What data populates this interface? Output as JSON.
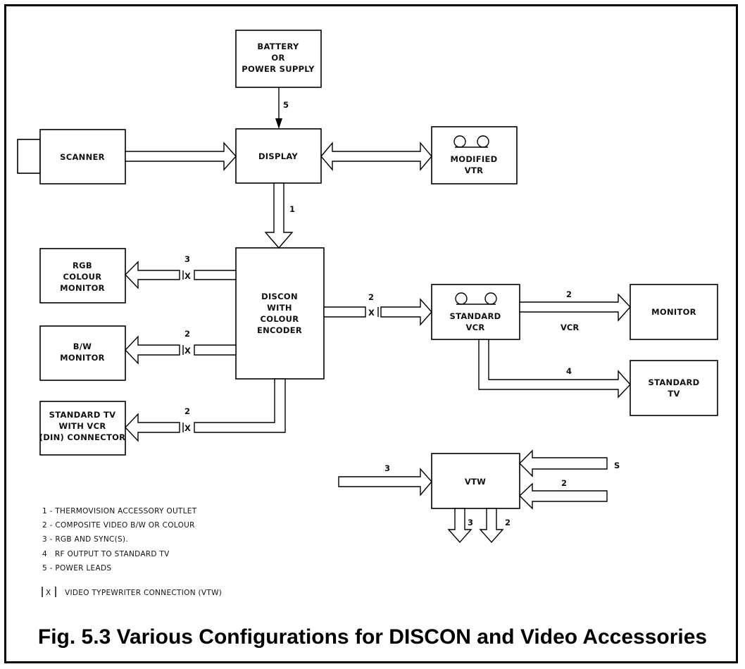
{
  "boxes": {
    "battery": [
      "BATTERY",
      "OR",
      "POWER SUPPLY"
    ],
    "scanner": [
      "SCANNER"
    ],
    "display": [
      "DISPLAY"
    ],
    "modified_vtr": [
      "MODIFIED",
      "VTR"
    ],
    "rgb_monitor": [
      "RGB",
      "COLOUR",
      "MONITOR"
    ],
    "bw_monitor": [
      "B/W",
      "MONITOR"
    ],
    "std_tv_vcr": [
      "STANDARD TV",
      "WITH VCR",
      "(DIN) CONNECTOR"
    ],
    "discon": [
      "DISCON",
      "WITH",
      "COLOUR",
      "ENCODER"
    ],
    "standard_vcr": [
      "STANDARD",
      "VCR"
    ],
    "monitor": [
      "MONITOR"
    ],
    "standard_tv": [
      "STANDARD",
      "TV"
    ],
    "vtw": [
      "VTW"
    ]
  },
  "connections": {
    "battery_display": "5",
    "display_discon": "1",
    "discon_rgb": "3",
    "discon_bw": "2",
    "discon_stdtv": "2",
    "discon_vcr": "2",
    "vcr_monitor": "2",
    "vcr_monitor_sub": "VCR",
    "vcr_stdtv": "4",
    "vtw_in_left": "3",
    "vtw_in_s": "S",
    "vtw_in_2": "2",
    "vtw_out_3": "3",
    "vtw_out_2": "2",
    "vtw_mark": "X"
  },
  "legend": [
    "1 - THERMOVISION ACCESSORY OUTLET",
    "2 - COMPOSITE VIDEO B/W OR COLOUR",
    "3 - RGB AND SYNC(S).",
    "4   RF OUTPUT TO STANDARD TV",
    "5 - POWER LEADS"
  ],
  "vtw_legend": "VIDEO TYPEWRITER CONNECTION (VTW)",
  "caption": "Fig. 5.3 Various Configurations for DISCON and Video Accessories"
}
